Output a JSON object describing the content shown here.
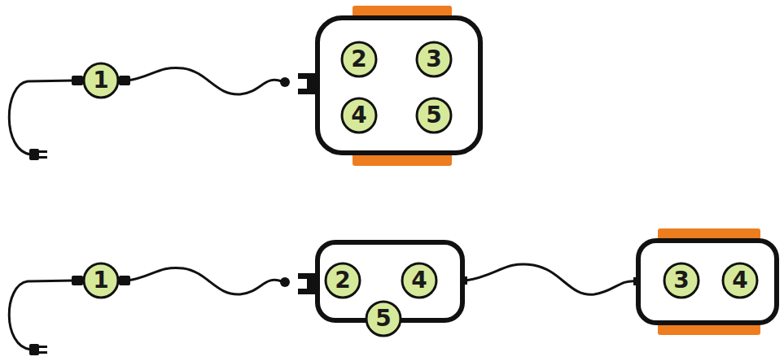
{
  "diagram": {
    "nodes": [
      {
        "text": [
          "1"
        ]
      },
      {
        "text": [
          "2"
        ]
      },
      {
        "text": [
          "3"
        ]
      },
      {
        "text": [
          "4"
        ]
      },
      {
        "text": [
          "5"
        ]
      },
      {
        "text": [
          "1"
        ]
      },
      {
        "text": [
          "2"
        ]
      },
      {
        "text": [
          "4"
        ]
      },
      {
        "text": [
          "5"
        ]
      },
      {
        "text": [
          "3"
        ]
      },
      {
        "text": [
          "4"
        ]
      }
    ]
  }
}
